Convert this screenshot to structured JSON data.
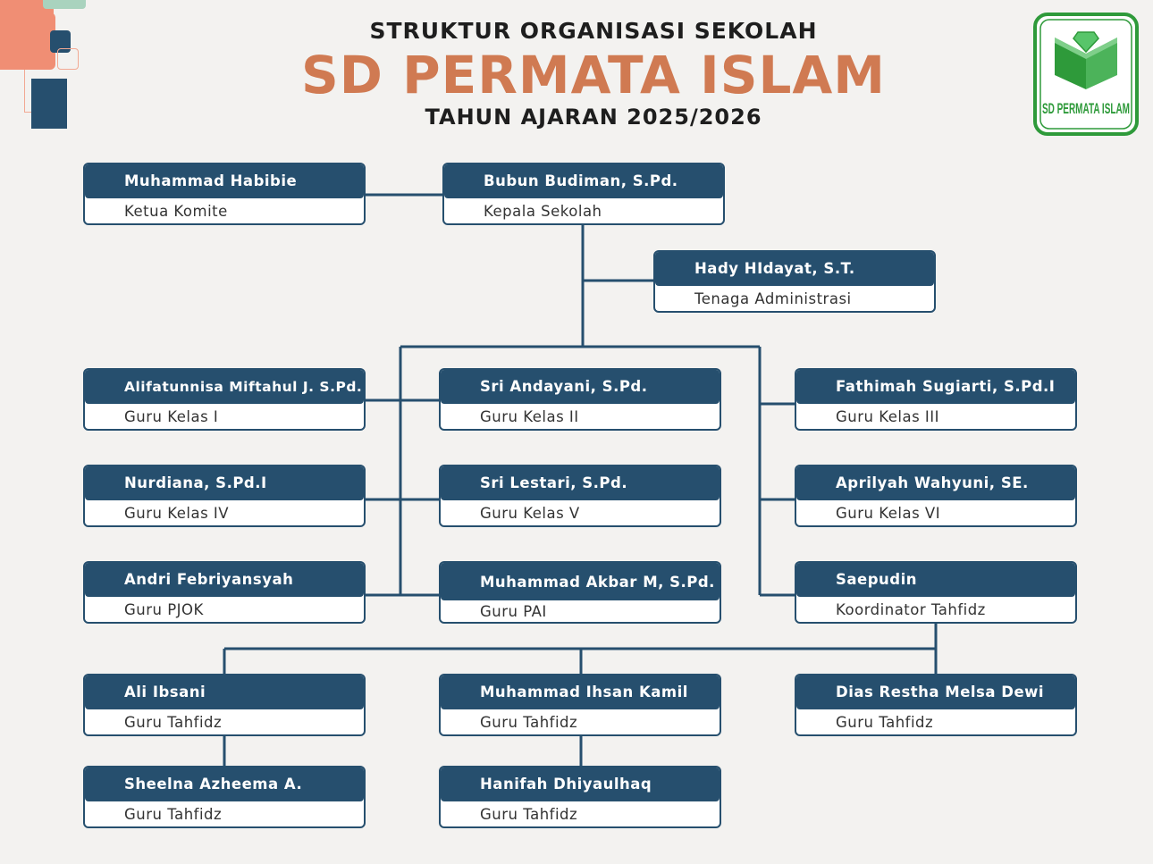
{
  "header": {
    "line1": "STRUKTUR ORGANISASI SEKOLAH",
    "line2": "SD PERMATA ISLAM",
    "line3": "TAHUN AJARAN 2025/2026"
  },
  "logo": {
    "text": "SD PERMATA ISLAM",
    "colors": {
      "green": "#2e9a3a",
      "gem": "#58c56a"
    }
  },
  "colors": {
    "card": "#264f6e",
    "title": "#d07a52",
    "line": "#264f6e",
    "background": "#f3f2f0"
  },
  "chart_data": {
    "type": "org-chart",
    "nodes": [
      {
        "id": "komite",
        "name": "Muhammad Habibie",
        "role": "Ketua Komite"
      },
      {
        "id": "kepsek",
        "name": "Bubun Budiman, S.Pd.",
        "role": "Kepala Sekolah"
      },
      {
        "id": "tu",
        "name": "Hady HIdayat, S.T.",
        "role": "Tenaga Administrasi"
      },
      {
        "id": "k1",
        "name": "Alifatunnisa Miftahul J. S.Pd.",
        "role": "Guru Kelas I"
      },
      {
        "id": "k2",
        "name": "Sri Andayani, S.Pd.",
        "role": "Guru Kelas II"
      },
      {
        "id": "k3",
        "name": "Fathimah Sugiarti, S.Pd.I",
        "role": "Guru Kelas III"
      },
      {
        "id": "k4",
        "name": "Nurdiana, S.Pd.I",
        "role": "Guru Kelas IV"
      },
      {
        "id": "k5",
        "name": "Sri Lestari, S.Pd.",
        "role": "Guru Kelas V"
      },
      {
        "id": "k6",
        "name": "Aprilyah Wahyuni, SE.",
        "role": "Guru Kelas VI"
      },
      {
        "id": "pjok",
        "name": "Andri Febriyansyah",
        "role": "Guru PJOK"
      },
      {
        "id": "pai",
        "name": "Muhammad Akbar M, S.Pd.",
        "role": "Guru PAI"
      },
      {
        "id": "koord",
        "name": "Saepudin",
        "role": "Koordinator Tahfidz"
      },
      {
        "id": "t1",
        "name": "Ali Ibsani",
        "role": "Guru Tahfidz"
      },
      {
        "id": "t2",
        "name": "Muhammad Ihsan Kamil",
        "role": "Guru Tahfidz"
      },
      {
        "id": "t3",
        "name": "Dias Restha Melsa Dewi",
        "role": "Guru Tahfidz"
      },
      {
        "id": "t4",
        "name": "Sheelna Azheema A.",
        "role": "Guru Tahfidz"
      },
      {
        "id": "t5",
        "name": "Hanifah Dhiyaulhaq",
        "role": "Guru Tahfidz"
      }
    ],
    "edges": [
      [
        "komite",
        "kepsek"
      ],
      [
        "kepsek",
        "tu"
      ],
      [
        "kepsek",
        "k1"
      ],
      [
        "kepsek",
        "k2"
      ],
      [
        "kepsek",
        "k3"
      ],
      [
        "kepsek",
        "k4"
      ],
      [
        "kepsek",
        "k5"
      ],
      [
        "kepsek",
        "k6"
      ],
      [
        "kepsek",
        "pjok"
      ],
      [
        "kepsek",
        "pai"
      ],
      [
        "kepsek",
        "koord"
      ],
      [
        "koord",
        "t1"
      ],
      [
        "koord",
        "t2"
      ],
      [
        "koord",
        "t3"
      ],
      [
        "t1",
        "t4"
      ],
      [
        "t2",
        "t5"
      ]
    ]
  }
}
